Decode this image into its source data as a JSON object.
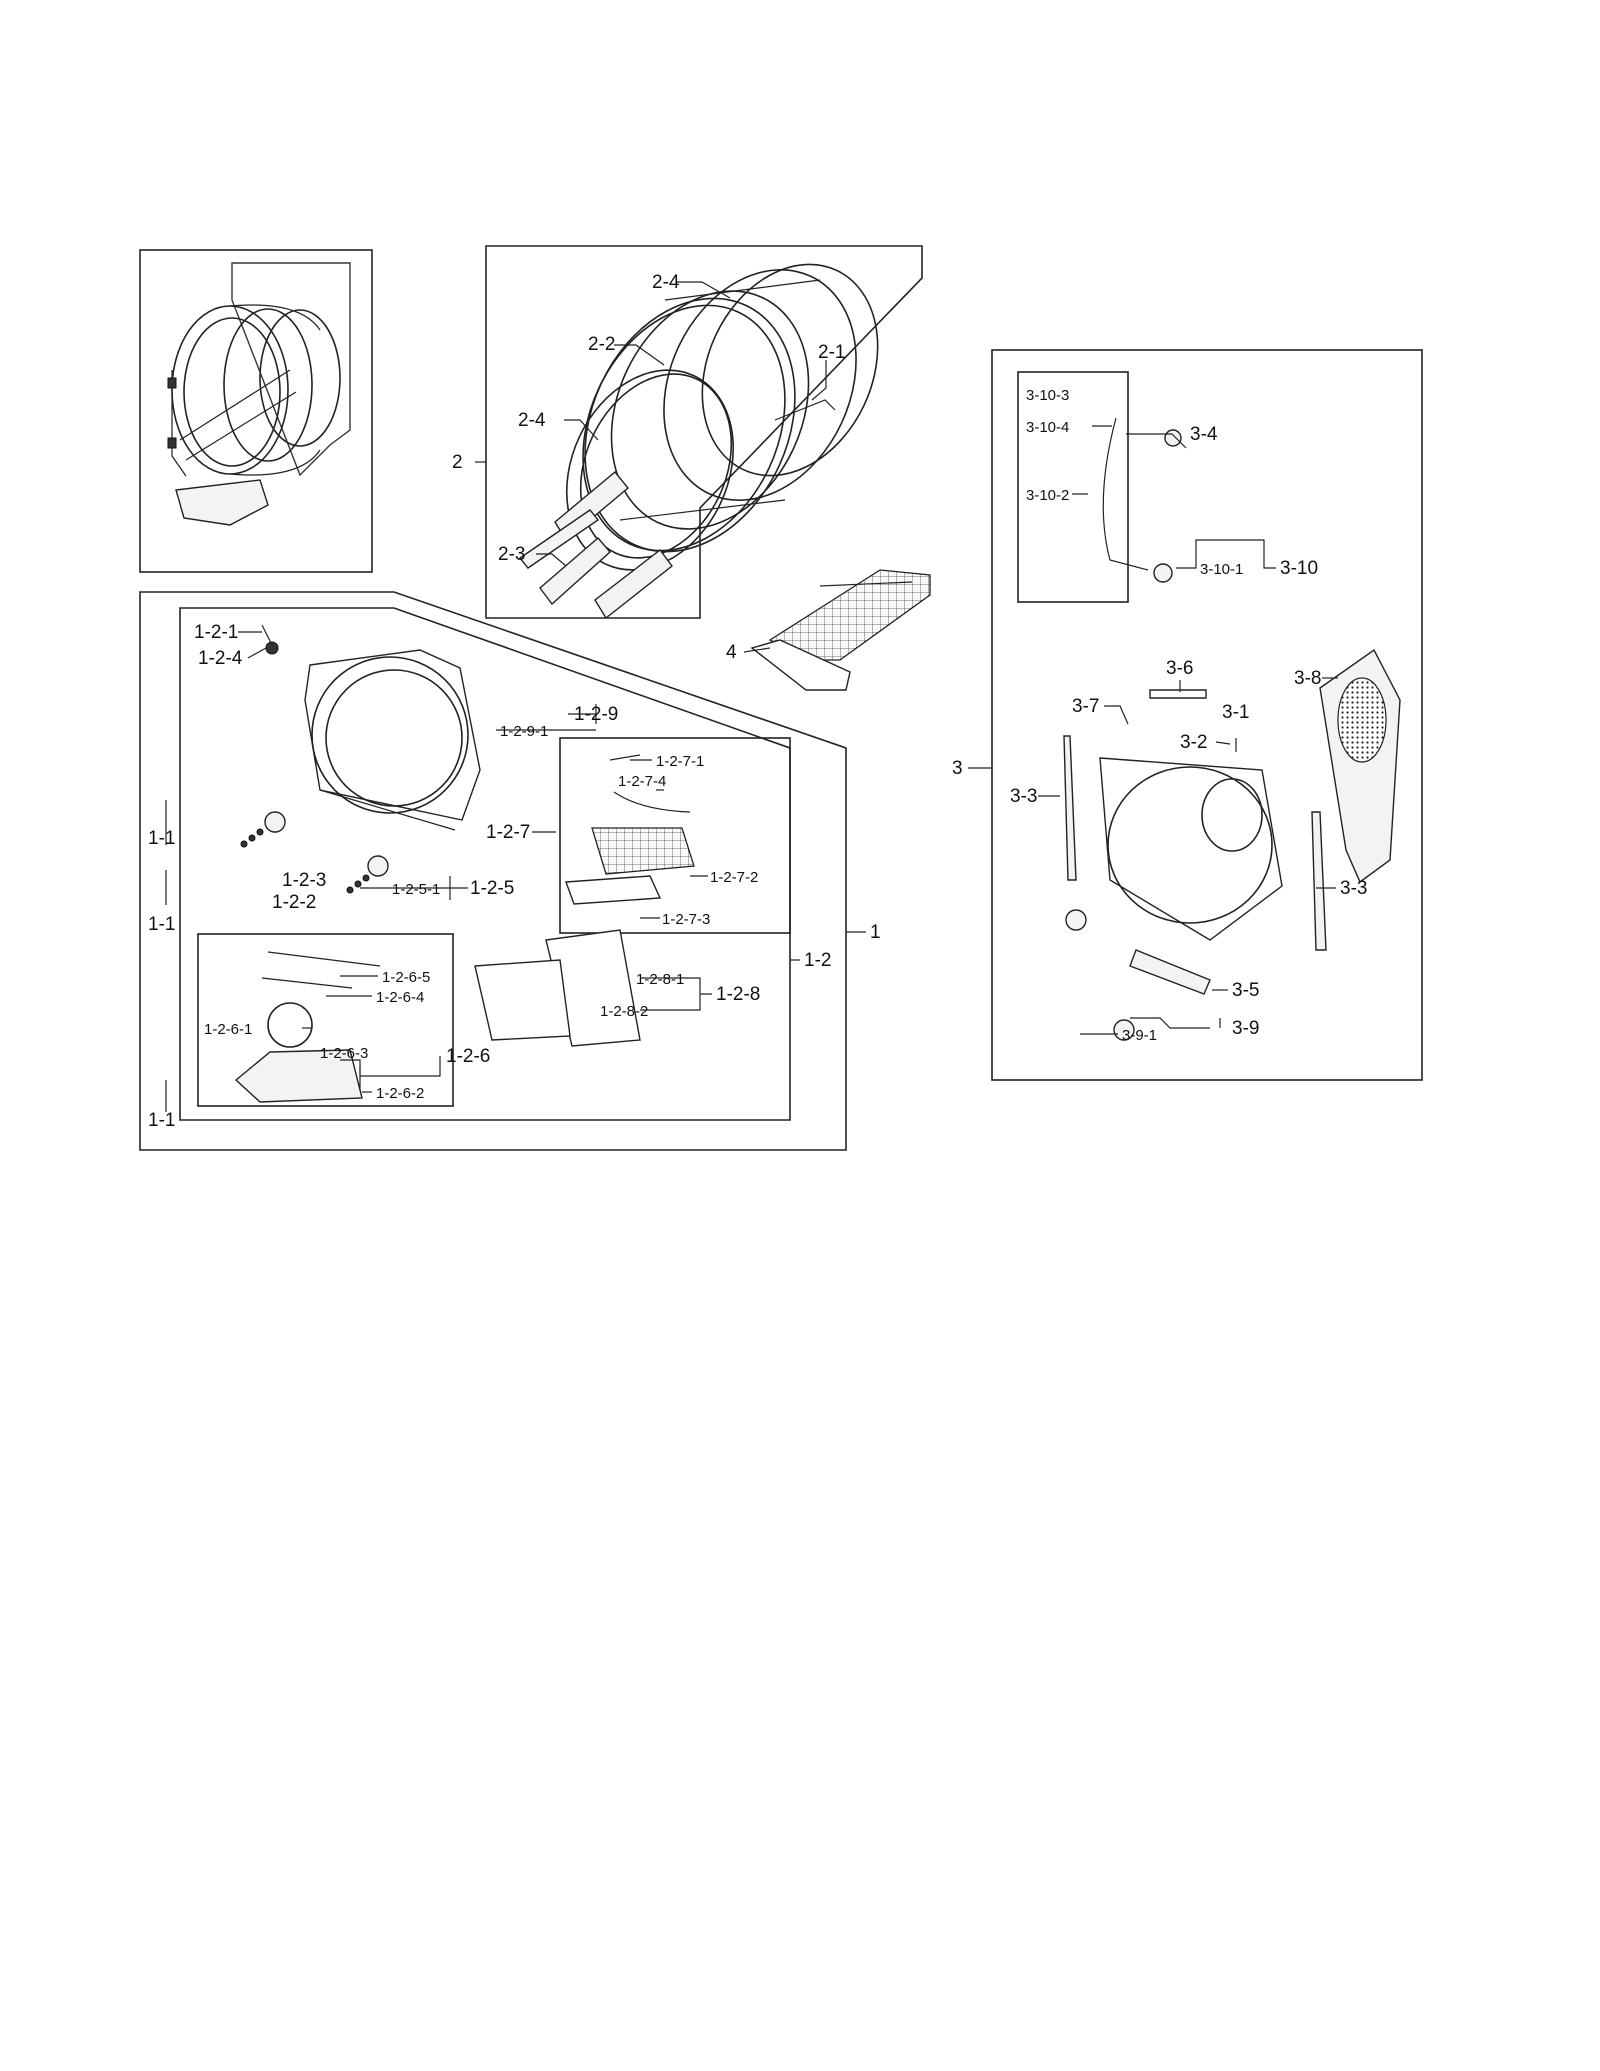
{
  "labels": {
    "l_2_4_top": "2-4",
    "l_2_2": "2-2",
    "l_2_1": "2-1",
    "l_2_4_left": "2-4",
    "l_2": "2",
    "l_2_3": "2-3",
    "l_4": "4",
    "l_1_2_1": "1-2-1",
    "l_1_2_4": "1-2-4",
    "l_1_2_9": "1-2-9",
    "l_1_2_9_1": "1-2-9-1",
    "l_1_2_7_1": "1-2-7-1",
    "l_1_2_7_4": "1-2-7-4",
    "l_1_2_7": "1-2-7",
    "l_1_2_7_2": "1-2-7-2",
    "l_1_2_7_3": "1-2-7-3",
    "l_1_1_a": "1-1",
    "l_1_1_b": "1-1",
    "l_1_1_c": "1-1",
    "l_1_2_3": "1-2-3",
    "l_1_2_2": "1-2-2",
    "l_1_2_5_1": "1-2-5-1",
    "l_1_2_5": "1-2-5",
    "l_1": "1",
    "l_1_2": "1-2",
    "l_1_2_8_1": "1-2-8-1",
    "l_1_2_8": "1-2-8",
    "l_1_2_8_2": "1-2-8-2",
    "l_1_2_6_5": "1-2-6-5",
    "l_1_2_6_4": "1-2-6-4",
    "l_1_2_6_1": "1-2-6-1",
    "l_1_2_6_3": "1-2-6-3",
    "l_1_2_6": "1-2-6",
    "l_1_2_6_2": "1-2-6-2",
    "l_3_10_3": "3-10-3",
    "l_3_10_4": "3-10-4",
    "l_3_4": "3-4",
    "l_3_10_2": "3-10-2",
    "l_3_10_1": "3-10-1",
    "l_3_10": "3-10",
    "l_3_6": "3-6",
    "l_3_8": "3-8",
    "l_3_7": "3-7",
    "l_3_1": "3-1",
    "l_3_2": "3-2",
    "l_3": "3",
    "l_3_3_left": "3-3",
    "l_3_3_right": "3-3",
    "l_3_5": "3-5",
    "l_3_9": "3-9",
    "l_3_9_1": "3-9-1"
  }
}
